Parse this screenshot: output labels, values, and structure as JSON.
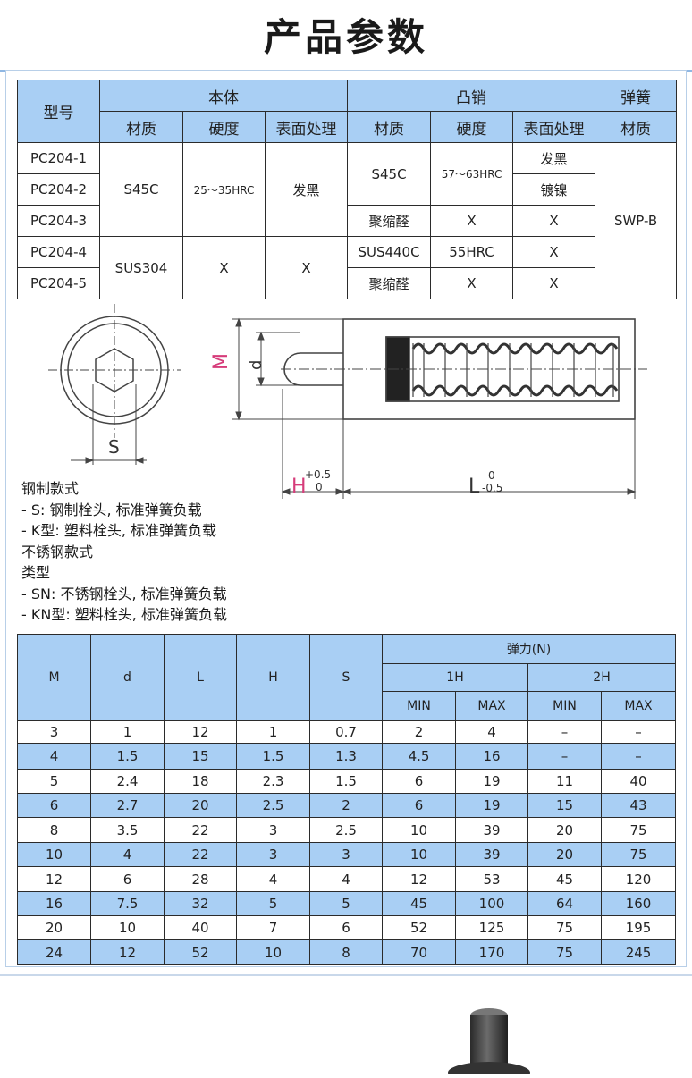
{
  "page_title": "产品参数",
  "spec_table": {
    "col_model": "型号",
    "group_body": "本体",
    "group_pin": "凸销",
    "group_spring": "弹簧",
    "sub_material": "材质",
    "sub_hardness": "硬度",
    "sub_surface": "表面处理",
    "models": [
      "PC204-1",
      "PC204-2",
      "PC204-3",
      "PC204-4",
      "PC204-5"
    ],
    "body_material_1_3": "S45C",
    "body_material_4_5": "SUS304",
    "body_hardness_1_3": "25～35HRC",
    "body_hardness_4_5": "X",
    "body_surface_1_3": "发黑",
    "body_surface_4_5": "X",
    "pin_material_1_2": "S45C",
    "pin_material_3": "聚缩醛",
    "pin_material_4": "SUS440C",
    "pin_material_5": "聚缩醛",
    "pin_hardness_1_2": "57～63HRC",
    "pin_hardness_3": "X",
    "pin_hardness_4": "55HRC",
    "pin_hardness_5": "X",
    "pin_surface_1": "发黑",
    "pin_surface_2": "镀镍",
    "pin_surface_3": "X",
    "pin_surface_4": "X",
    "pin_surface_5": "X",
    "spring_material": "SWP-B"
  },
  "drawing": {
    "label_m": "M",
    "label_d": "d",
    "label_s": "S",
    "label_h": "H",
    "label_l": "L",
    "h_tol_upper": "+0.5",
    "h_tol_lower": "0",
    "l_tol_upper": "0",
    "l_tol_lower": "-0.5",
    "color_m": "#d63c7a",
    "color_h": "#d63c7a"
  },
  "notes": [
    "钢制款式",
    "- S: 钢制栓头, 标准弹簧负载",
    "- K型: 塑料栓头, 标准弹簧负载",
    "不锈钢款式",
    "类型",
    "- SN: 不锈钢栓头, 标准弹簧负载",
    "- KN型: 塑料栓头, 标准弹簧负载"
  ],
  "force_table": {
    "headers": {
      "m": "M",
      "d": "d",
      "l": "L",
      "h": "H",
      "s": "S",
      "force": "弹力(N)",
      "h1": "1H",
      "h2": "2H",
      "min1": "MIN",
      "max1": "MAX",
      "min2": "MIN",
      "max2": "MAX"
    },
    "rows": [
      [
        "3",
        "1",
        "12",
        "1",
        "0.7",
        "2",
        "4",
        "–",
        "–"
      ],
      [
        "4",
        "1.5",
        "15",
        "1.5",
        "1.3",
        "4.5",
        "16",
        "–",
        "–"
      ],
      [
        "5",
        "2.4",
        "18",
        "2.3",
        "1.5",
        "6",
        "19",
        "11",
        "40"
      ],
      [
        "6",
        "2.7",
        "20",
        "2.5",
        "2",
        "6",
        "19",
        "15",
        "43"
      ],
      [
        "8",
        "3.5",
        "22",
        "3",
        "2.5",
        "10",
        "39",
        "20",
        "75"
      ],
      [
        "10",
        "4",
        "22",
        "3",
        "3",
        "10",
        "39",
        "20",
        "75"
      ],
      [
        "12",
        "6",
        "28",
        "4",
        "4",
        "12",
        "53",
        "45",
        "120"
      ],
      [
        "16",
        "7.5",
        "32",
        "5",
        "5",
        "45",
        "100",
        "64",
        "160"
      ],
      [
        "20",
        "10",
        "40",
        "7",
        "6",
        "52",
        "125",
        "75",
        "195"
      ],
      [
        "24",
        "12",
        "52",
        "10",
        "8",
        "70",
        "170",
        "75",
        "245"
      ]
    ]
  }
}
